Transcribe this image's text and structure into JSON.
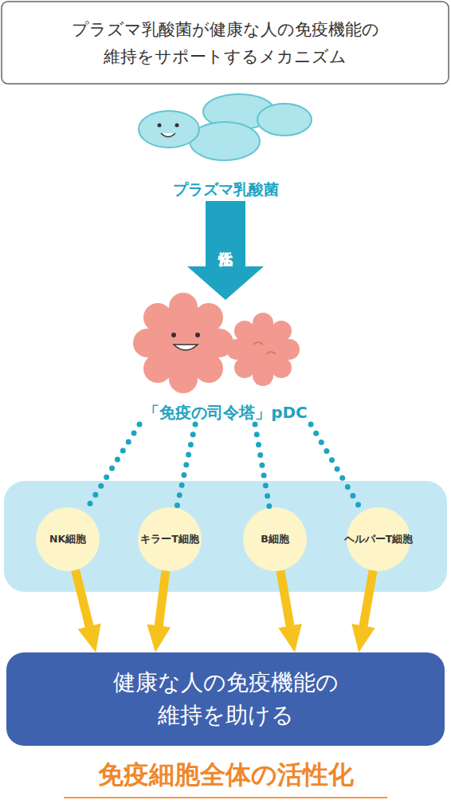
{
  "diagram": {
    "title": "プラズマ乳酸菌が健康な人の免疫機能の 維持をサポートするメカニズム",
    "caption": "免疫細胞全体の活性化",
    "nodes": [
      {
        "text": [
          "プラズマ乳酸菌"
        ]
      },
      {
        "text": [
          "「免疫の司令塔」pDC"
        ]
      },
      {
        "text": [
          "NK細胞"
        ]
      },
      {
        "text": [
          "キラーT細胞"
        ]
      },
      {
        "text": [
          "B細胞"
        ]
      },
      {
        "text": [
          "ヘルパーT細胞"
        ]
      },
      {
        "text": [
          "健康な人の免疫機能の 維持を助ける"
        ]
      }
    ],
    "edges": [
      {
        "from": 0,
        "to": 1,
        "arrow": "to",
        "label": "活性化"
      },
      {
        "from": 1,
        "to": 2,
        "arrow": "none"
      },
      {
        "from": 1,
        "to": 3,
        "arrow": "none"
      },
      {
        "from": 1,
        "to": 4,
        "arrow": "none"
      },
      {
        "from": 1,
        "to": 5,
        "arrow": "none"
      },
      {
        "from": 2,
        "to": 6,
        "arrow": "to"
      },
      {
        "from": 3,
        "to": 6,
        "arrow": "to"
      },
      {
        "from": 4,
        "to": 6,
        "arrow": "to"
      },
      {
        "from": 5,
        "to": 6,
        "arrow": "to"
      }
    ]
  }
}
